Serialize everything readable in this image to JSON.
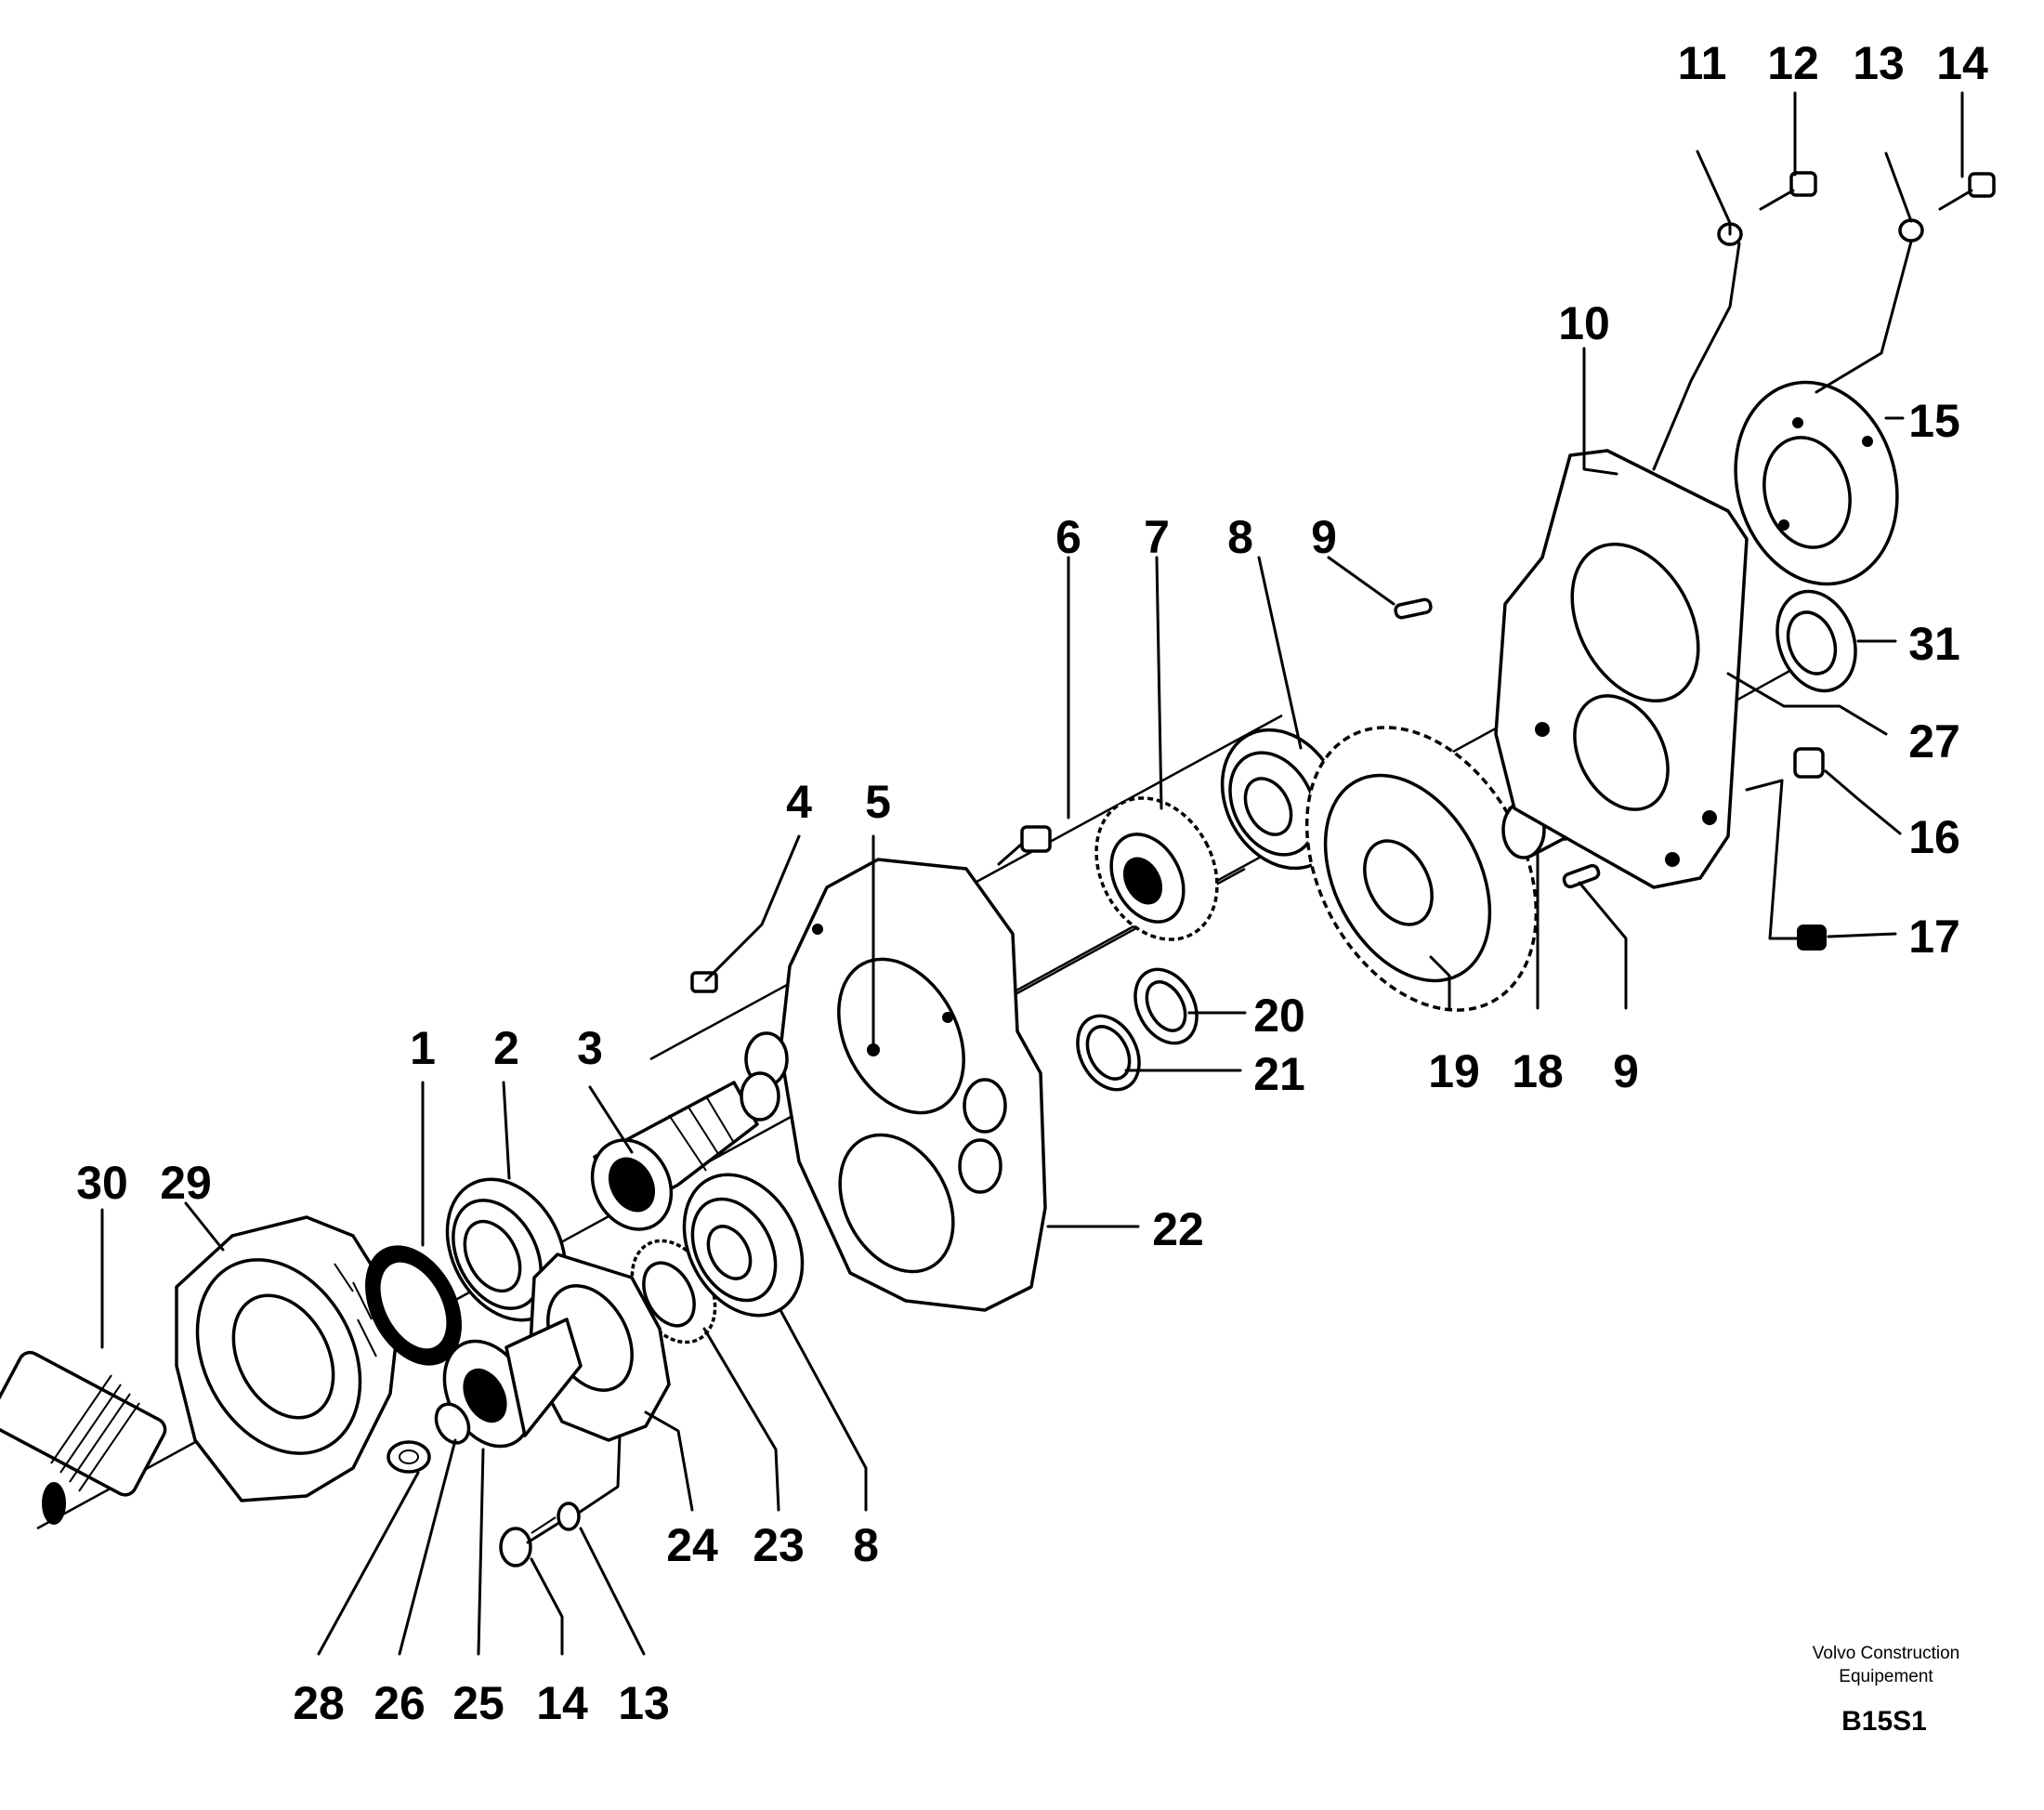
{
  "diagram": {
    "part_labels": [
      "1",
      "2",
      "3",
      "4",
      "5",
      "6",
      "7",
      "8",
      "9",
      "10",
      "11",
      "12",
      "13",
      "14",
      "15",
      "16",
      "17",
      "18",
      "19",
      "20",
      "21",
      "22",
      "23",
      "24",
      "25",
      "26",
      "27",
      "28",
      "29",
      "30",
      "31"
    ],
    "brand_line1": "Volvo Construction",
    "brand_line2": "Equipement",
    "figure_code": "B15S1"
  }
}
